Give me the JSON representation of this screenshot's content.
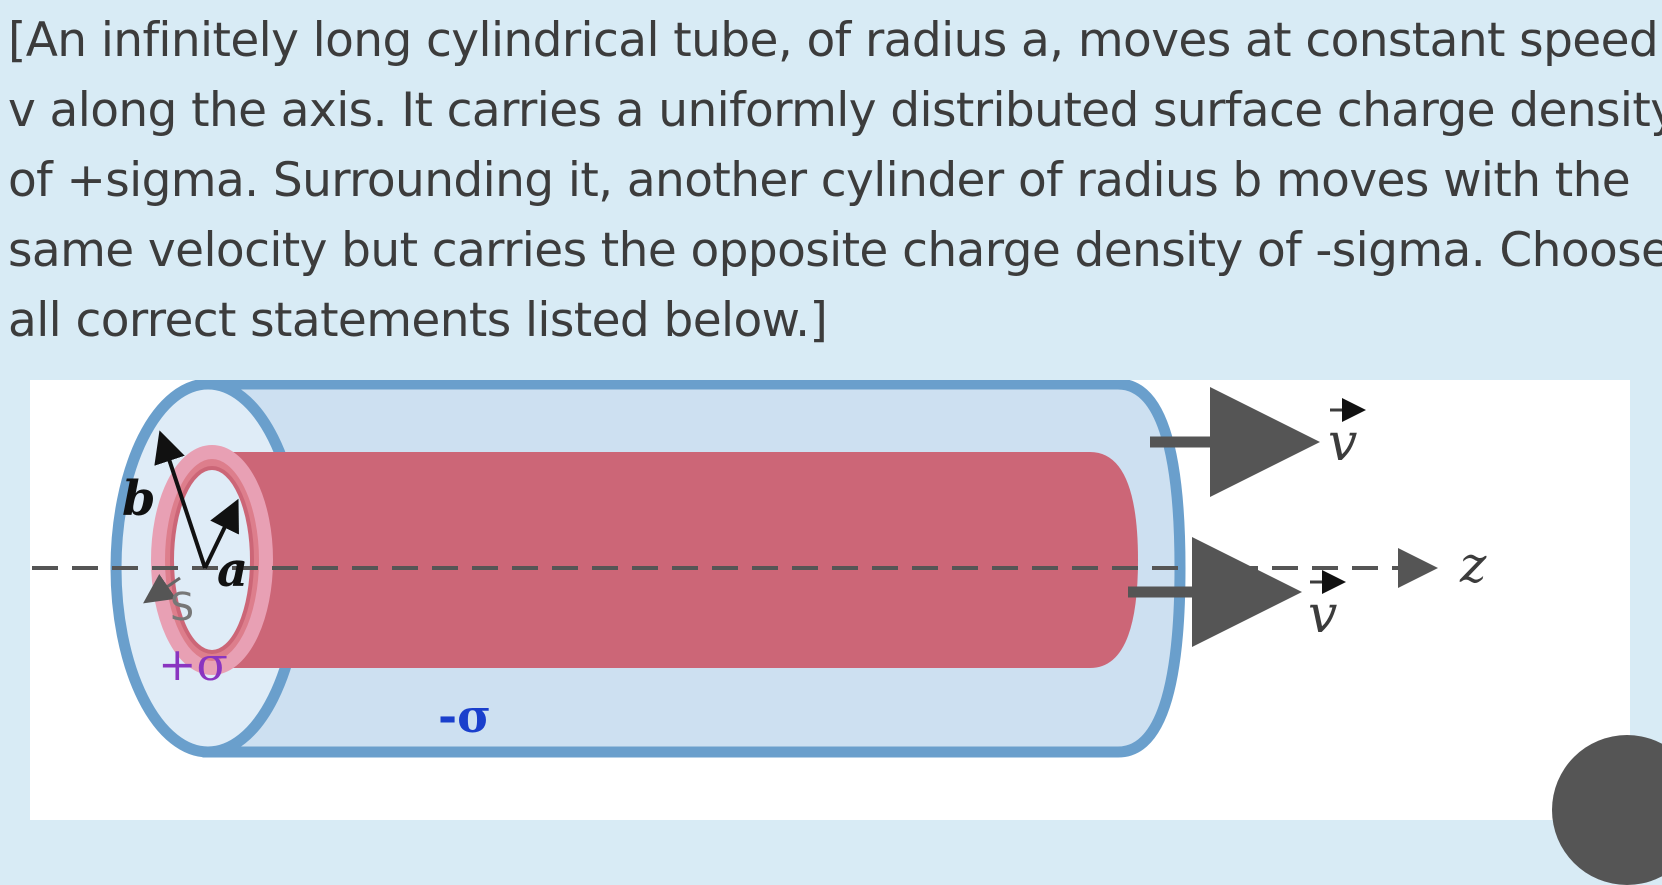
{
  "question": {
    "lines": [
      " [An infinitely long cylindrical tube, of radius a, moves at constant speed",
      "v along the axis. It carries a uniformly distributed surface charge density",
      "of +sigma. Surrounding it, another cylinder of radius b moves with the",
      "same velocity but carries the opposite charge density of -sigma. Choose",
      "all correct statements listed below.]"
    ]
  },
  "figure": {
    "labels": {
      "outer_radius": "b",
      "inner_radius": "a",
      "surface_element": "S",
      "inner_charge": "+σ",
      "outer_charge": "-σ",
      "axis": "z",
      "velocity_top": "v",
      "velocity_bottom": "v"
    },
    "colors": {
      "page_background": "#d8ebf5",
      "text": "#3c3c3c",
      "outer_cylinder_fill": "#cde0f1",
      "outer_cylinder_edge": "#6a9fcc",
      "inner_cylinder_fill": "#cc6677",
      "inner_cap_ring": "#e8a0b4",
      "arrow": "#555555",
      "inner_charge_label": "#8a35c0",
      "outer_charge_label": "#1a3fcc"
    }
  }
}
